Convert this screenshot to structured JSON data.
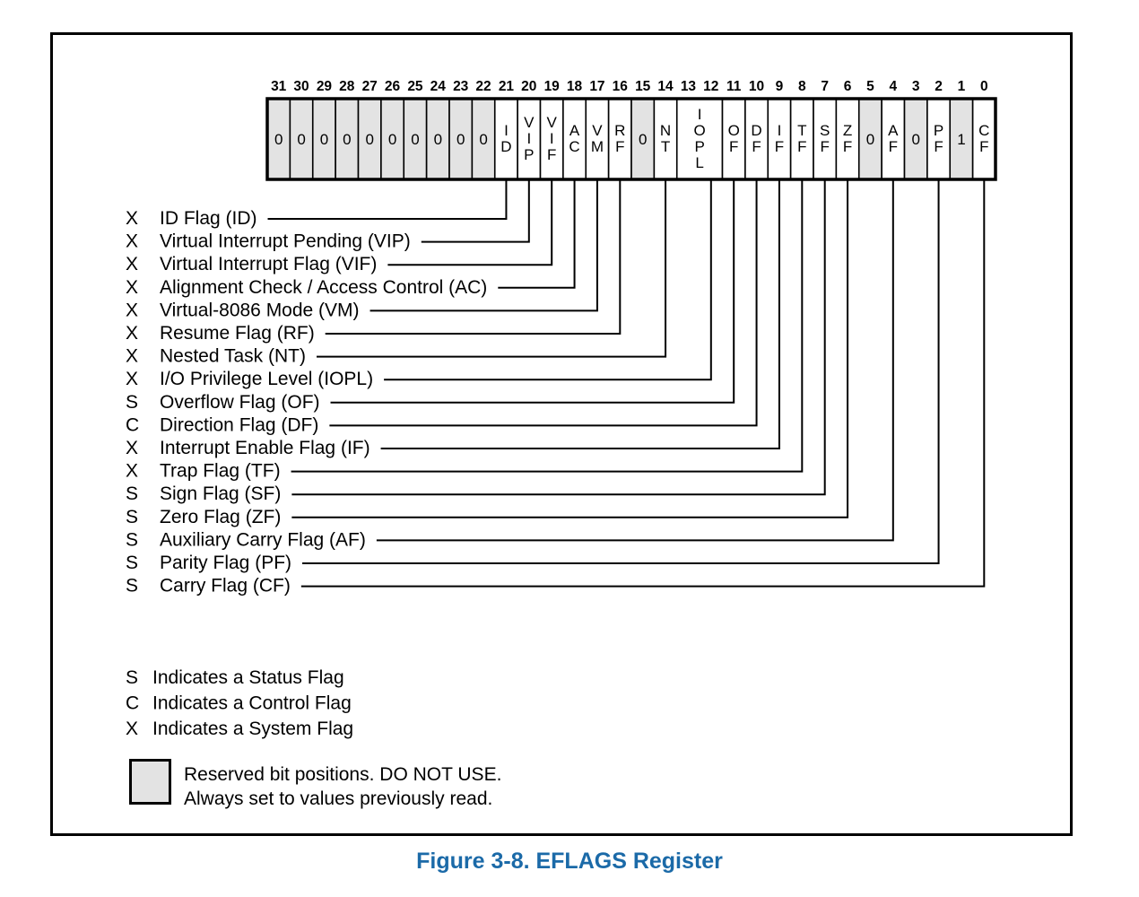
{
  "figure": {
    "caption": "Figure 3-8.  EFLAGS Register",
    "caption_color": "#1b6aa8",
    "border_color": "#000000",
    "reserved_fill": "#e3e3e3",
    "cell_fill": "#ffffff"
  },
  "register": {
    "bit_numbers": [
      "31",
      "30",
      "29",
      "28",
      "27",
      "26",
      "25",
      "24",
      "23",
      "22",
      "21",
      "20",
      "19",
      "18",
      "17",
      "16",
      "15",
      "14",
      "13",
      "12",
      "11",
      "10",
      "9",
      "8",
      "7",
      "6",
      "5",
      "4",
      "3",
      "2",
      "1",
      "0"
    ],
    "cells": [
      {
        "bit": "31",
        "text": "0",
        "reserved": true
      },
      {
        "bit": "30",
        "text": "0",
        "reserved": true
      },
      {
        "bit": "29",
        "text": "0",
        "reserved": true
      },
      {
        "bit": "28",
        "text": "0",
        "reserved": true
      },
      {
        "bit": "27",
        "text": "0",
        "reserved": true
      },
      {
        "bit": "26",
        "text": "0",
        "reserved": true
      },
      {
        "bit": "25",
        "text": "0",
        "reserved": true
      },
      {
        "bit": "24",
        "text": "0",
        "reserved": true
      },
      {
        "bit": "23",
        "text": "0",
        "reserved": true
      },
      {
        "bit": "22",
        "text": "0",
        "reserved": true
      },
      {
        "bit": "21",
        "text": "ID",
        "reserved": false
      },
      {
        "bit": "20",
        "text": "VIP",
        "reserved": false
      },
      {
        "bit": "19",
        "text": "VIF",
        "reserved": false
      },
      {
        "bit": "18",
        "text": "AC",
        "reserved": false
      },
      {
        "bit": "17",
        "text": "VM",
        "reserved": false
      },
      {
        "bit": "16",
        "text": "RF",
        "reserved": false
      },
      {
        "bit": "15",
        "text": "0",
        "reserved": true
      },
      {
        "bit": "14",
        "text": "NT",
        "reserved": false
      },
      {
        "bit": "13",
        "text": "IOPL",
        "reserved": false,
        "span": 2
      },
      {
        "bit": "11",
        "text": "OF",
        "reserved": false
      },
      {
        "bit": "10",
        "text": "DF",
        "reserved": false
      },
      {
        "bit": "9",
        "text": "IF",
        "reserved": false
      },
      {
        "bit": "8",
        "text": "TF",
        "reserved": false
      },
      {
        "bit": "7",
        "text": "SF",
        "reserved": false
      },
      {
        "bit": "6",
        "text": "ZF",
        "reserved": false
      },
      {
        "bit": "5",
        "text": "0",
        "reserved": true
      },
      {
        "bit": "4",
        "text": "AF",
        "reserved": false
      },
      {
        "bit": "3",
        "text": "0",
        "reserved": true
      },
      {
        "bit": "2",
        "text": "PF",
        "reserved": false
      },
      {
        "bit": "1",
        "text": "1",
        "reserved": true
      },
      {
        "bit": "0",
        "text": "CF",
        "reserved": false
      }
    ]
  },
  "flag_labels": [
    {
      "kind": "X",
      "name": "ID Flag (ID)",
      "bit": 21
    },
    {
      "kind": "X",
      "name": "Virtual Interrupt Pending (VIP)",
      "bit": 20
    },
    {
      "kind": "X",
      "name": "Virtual Interrupt Flag (VIF)",
      "bit": 19
    },
    {
      "kind": "X",
      "name": "Alignment Check / Access Control (AC)",
      "bit": 18
    },
    {
      "kind": "X",
      "name": "Virtual-8086 Mode (VM)",
      "bit": 17
    },
    {
      "kind": "X",
      "name": "Resume Flag (RF)",
      "bit": 16
    },
    {
      "kind": "X",
      "name": "Nested Task (NT)",
      "bit": 14
    },
    {
      "kind": "X",
      "name": "I/O Privilege Level (IOPL)",
      "bit": 12
    },
    {
      "kind": "S",
      "name": "Overflow Flag (OF)",
      "bit": 11
    },
    {
      "kind": "C",
      "name": "Direction Flag (DF)",
      "bit": 10
    },
    {
      "kind": "X",
      "name": "Interrupt Enable Flag (IF)",
      "bit": 9
    },
    {
      "kind": "X",
      "name": "Trap Flag (TF)",
      "bit": 8
    },
    {
      "kind": "S",
      "name": "Sign Flag (SF)",
      "bit": 7
    },
    {
      "kind": "S",
      "name": "Zero Flag (ZF)",
      "bit": 6
    },
    {
      "kind": "S",
      "name": "Auxiliary Carry Flag (AF)",
      "bit": 4
    },
    {
      "kind": "S",
      "name": "Parity Flag (PF)",
      "bit": 2
    },
    {
      "kind": "S",
      "name": "Carry Flag (CF)",
      "bit": 0
    }
  ],
  "kind_legend": [
    {
      "kind": "S",
      "text": "Indicates a Status Flag"
    },
    {
      "kind": "C",
      "text": "Indicates a Control Flag"
    },
    {
      "kind": "X",
      "text": "Indicates a System Flag"
    }
  ],
  "reserved_note": {
    "line1": "Reserved bit positions. DO NOT USE.",
    "line2": "Always set to values previously read."
  }
}
